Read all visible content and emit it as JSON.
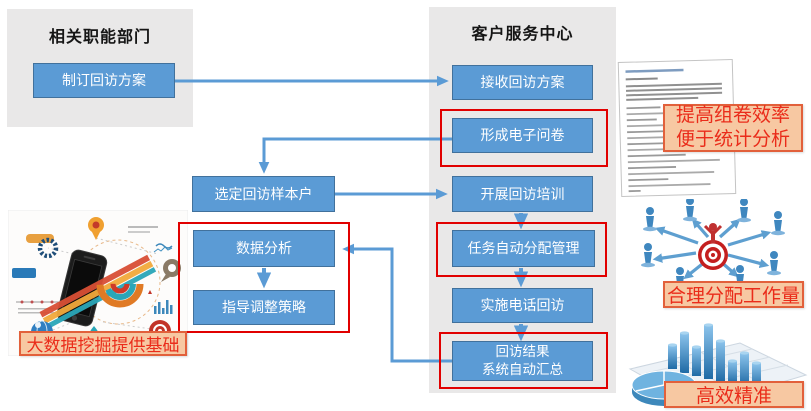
{
  "flow": {
    "left_panel_title": "相关职能部门",
    "right_panel_title": "客户服务中心",
    "boxes": {
      "make_plan": "制订回访方案",
      "receive_plan": "接收回访方案",
      "form_questionnaire": "形成电子问卷",
      "select_sample": "选定回访样本户",
      "training": "开展回访培训",
      "auto_assign": "任务自动分配管理",
      "phone_callback": "实施电话回访",
      "result_summary": "回访结果\n系统自动汇总",
      "data_analysis": "数据分析",
      "guide_strategy": "指导调整策略"
    },
    "annotations": {
      "questionnaire_benefit": "提高组卷效率\n便于统计分析",
      "workload": "合理分配工作量",
      "efficiency": "高效精准",
      "bigdata": "大数据挖掘提供基础"
    },
    "colors": {
      "node_fill": "#5b9bd5",
      "node_border": "#41719c",
      "connector": "#5b9bd5",
      "panel_bg": "#e9e8e8",
      "highlight_red": "#e10000",
      "annotation_bg": "#f7c8a2",
      "annotation_border": "#e2603b",
      "annotation_text": "#ea2c1a"
    }
  }
}
